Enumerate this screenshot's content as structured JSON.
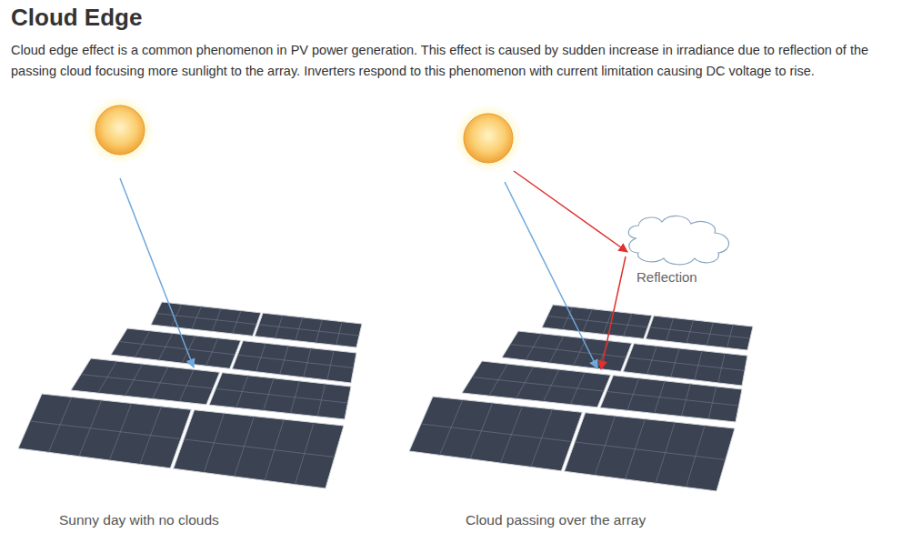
{
  "diagram": {
    "title": "Cloud Edge",
    "labels": [
      "Cloud edge effect is a common phenomenon in PV power generation. This effect is caused by sudden increase in irradiance due to reflection of the passing cloud focusing more sunlight to the array. Inverters respond to this phenomenon with current limitation causing DC voltage to rise.",
      "Reflection",
      "Sunny day with no clouds",
      "Cloud passing over the array"
    ]
  }
}
